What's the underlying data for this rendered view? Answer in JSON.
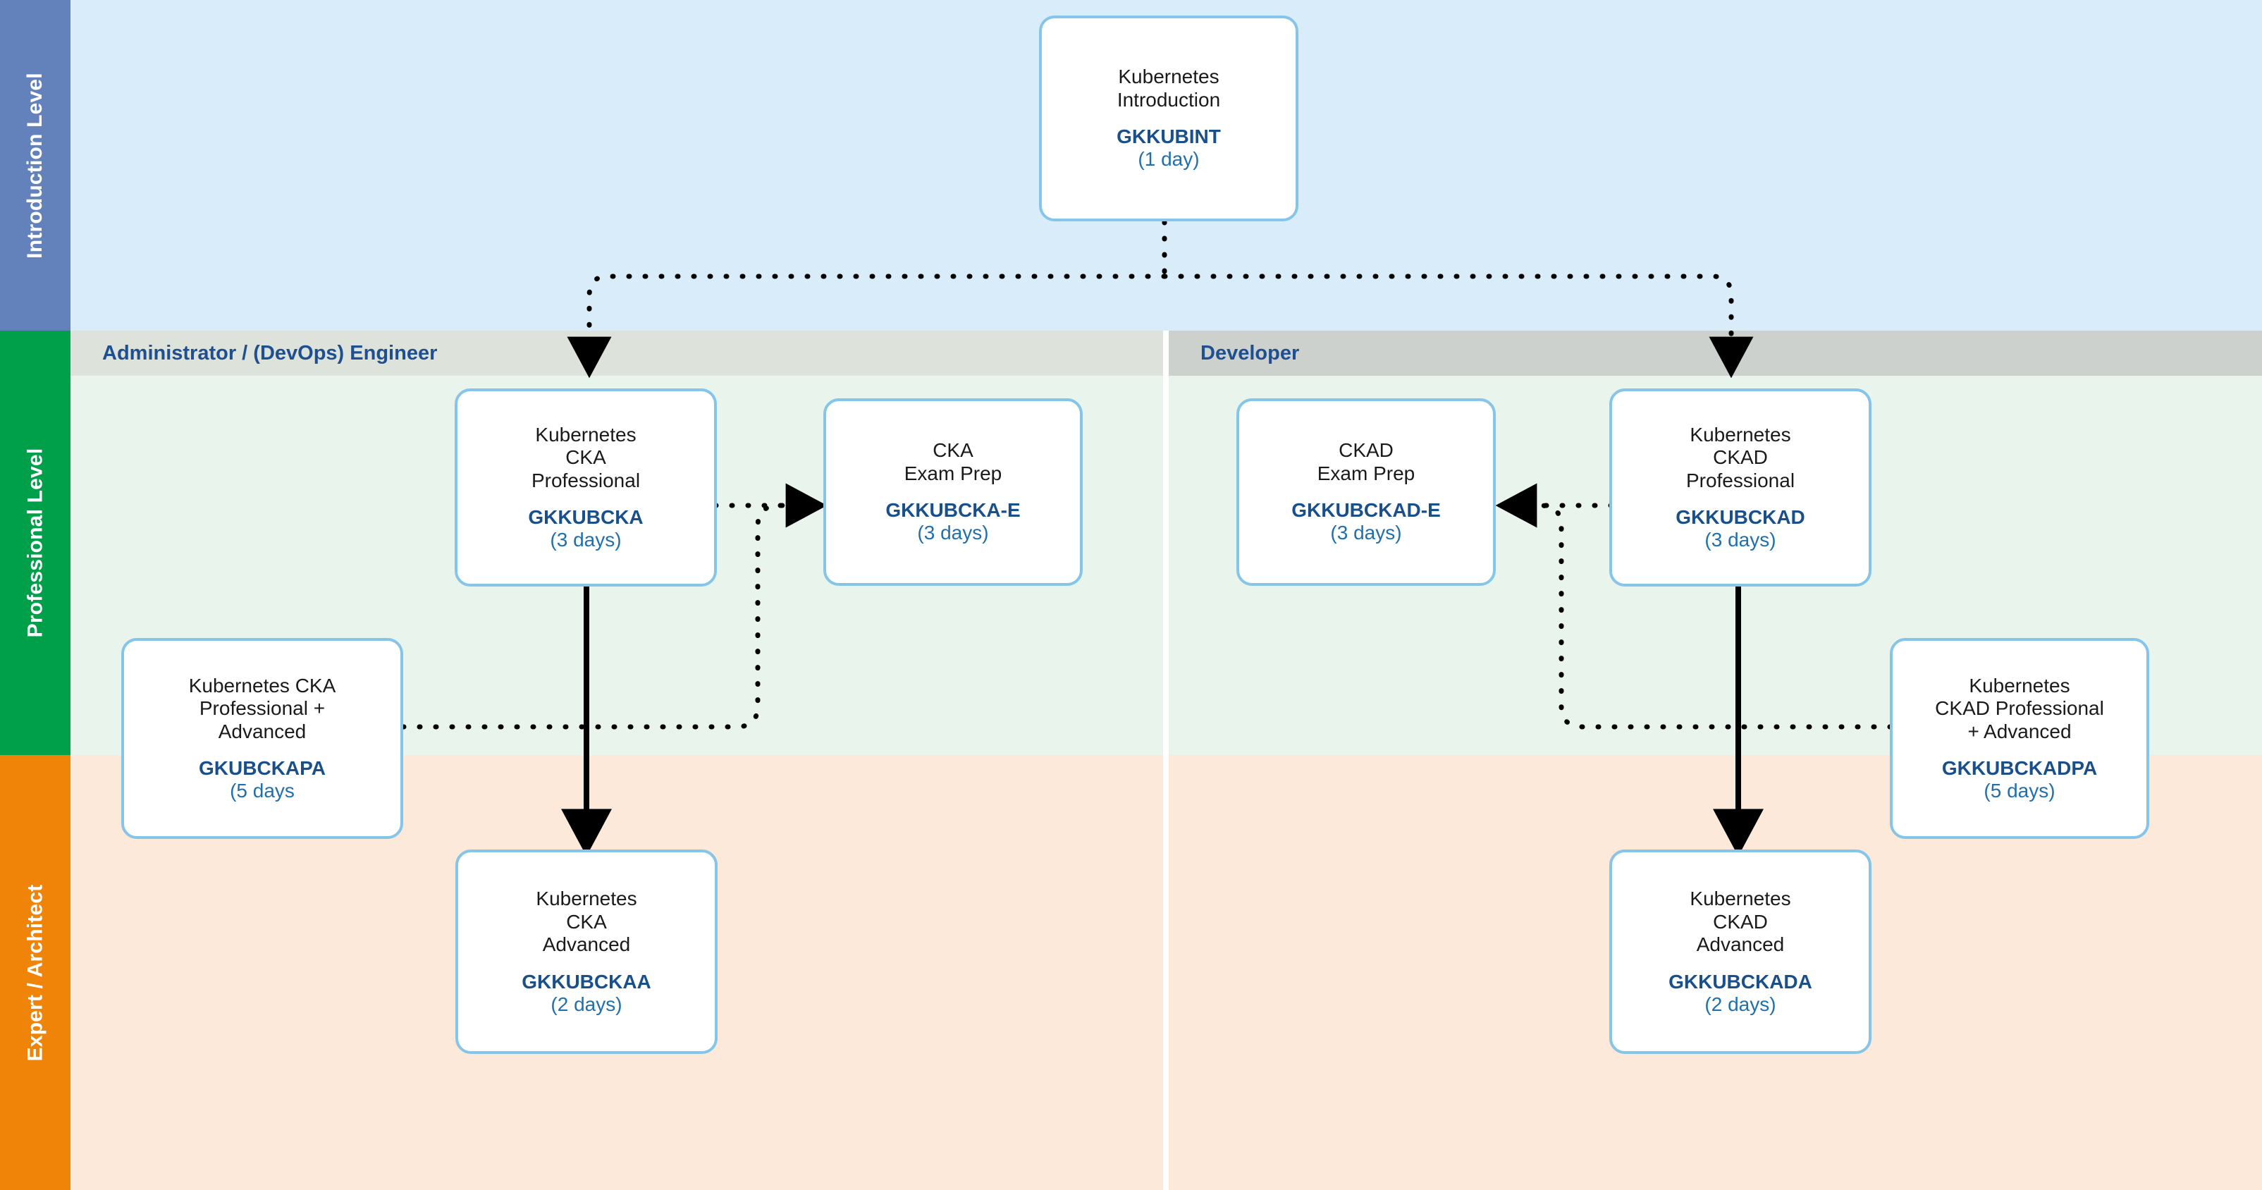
{
  "levels": [
    {
      "id": "introduction",
      "label": "Introduction Level",
      "rail_color": "#6382bb",
      "band_color": "#d9ecfa"
    },
    {
      "id": "professional",
      "label": "Professional Level",
      "rail_color": "#00a04a",
      "band_color": "#e8f4ec"
    },
    {
      "id": "expert",
      "label": "Expert / Architect",
      "rail_color": "#f08408",
      "band_color": "#fce9da"
    }
  ],
  "tracks": [
    {
      "id": "admin",
      "label": "Administrator / (DevOps) Engineer",
      "bar_color": "#dde2db"
    },
    {
      "id": "developer",
      "label": "Developer",
      "bar_color": "#cdd1cd"
    }
  ],
  "palette": {
    "node_border": "#86c5ea",
    "node_fill": "#ffffff",
    "code_text": "#19508c",
    "duration_text": "#2070ad",
    "title_text": "#1a1a1a",
    "header_text": "#1d4f91",
    "connector": "#000000"
  },
  "nodes": {
    "kubernetes_introduction": {
      "title": "Kubernetes\nIntroduction",
      "code": "GKKUBINT",
      "duration": "(1 day)"
    },
    "cka_professional": {
      "title": "Kubernetes\nCKA\nProfessional",
      "code": "GKKUBCKA",
      "duration": "(3 days)"
    },
    "cka_exam_prep": {
      "title": "CKA\nExam Prep",
      "code": "GKKUBCKA-E",
      "duration": "(3 days)"
    },
    "ckad_exam_prep": {
      "title": "CKAD\nExam Prep",
      "code": "GKKUBCKAD-E",
      "duration": "(3 days)"
    },
    "ckad_professional": {
      "title": "Kubernetes\nCKAD\nProfessional",
      "code": "GKKUBCKAD",
      "duration": "(3 days)"
    },
    "cka_pro_advanced": {
      "title": "Kubernetes CKA\nProfessional +\nAdvanced",
      "code": "GKUBCKAPA",
      "duration": "(5 days"
    },
    "ckad_pro_advanced": {
      "title": "Kubernetes\nCKAD Professional\n+ Advanced",
      "code": "GKKUBCKADPA",
      "duration": "(5 days)"
    },
    "cka_advanced": {
      "title": "Kubernetes\nCKA\nAdvanced",
      "code": "GKKUBCKAA",
      "duration": "(2 days)"
    },
    "ckad_advanced": {
      "title": "Kubernetes\nCKAD\nAdvanced",
      "code": "GKKUBCKADA",
      "duration": "(2 days)"
    }
  }
}
